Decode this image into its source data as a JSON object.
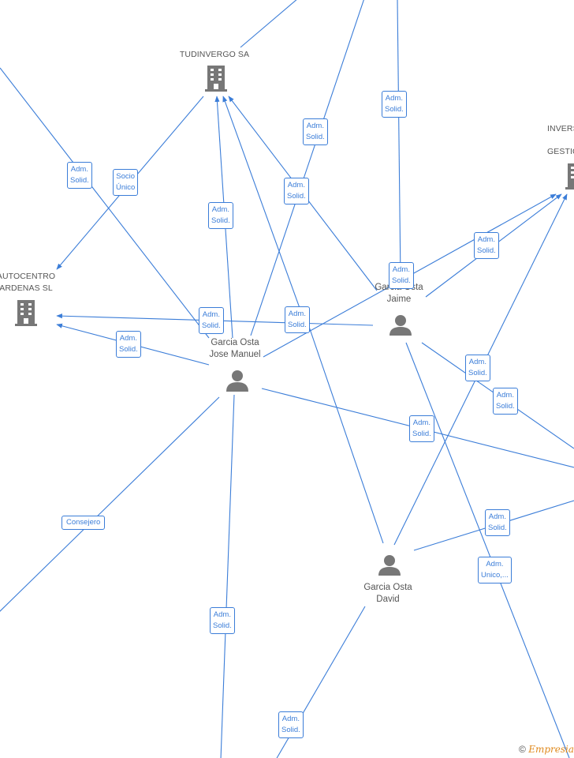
{
  "nodes": {
    "tudinvergo": {
      "label": "TUDINVERGO SA",
      "icon": "building-icon"
    },
    "autocentro": {
      "label_line1": "AUTOCENTRO",
      "label_line2": "ARDENAS  SL",
      "icon": "building-icon"
    },
    "inversiones": {
      "label_line1": "INVERS",
      "label_line2": "GESTIO",
      "icon": "building-icon"
    },
    "jose_manuel": {
      "label_line1": "Garcia Osta",
      "label_line2": "Jose Manuel",
      "icon": "person-icon"
    },
    "jaime": {
      "label_line1": "Garcia Osta",
      "label_line2": "Jaime",
      "icon": "person-icon"
    },
    "david": {
      "label_line1": "Garcia Osta",
      "label_line2": "David",
      "icon": "person-icon"
    }
  },
  "badges": [
    {
      "line1": "Adm.",
      "line2": "Solid."
    },
    {
      "line1": "Socio",
      "line2": "Único"
    },
    {
      "line1": "Adm.",
      "line2": "Solid."
    },
    {
      "line1": "Adm.",
      "line2": "Solid."
    },
    {
      "line1": "Adm.",
      "line2": "Solid."
    },
    {
      "line1": "Adm.",
      "line2": "Solid."
    },
    {
      "line1": "Adm.",
      "line2": "Solid."
    },
    {
      "line1": "Adm.",
      "line2": "Solid."
    },
    {
      "line1": "Adm.",
      "line2": "Solid."
    },
    {
      "line1": "Adm.",
      "line2": "Solid."
    },
    {
      "line1": "Adm.",
      "line2": "Solid."
    },
    {
      "line1": "Adm.",
      "line2": "Solid."
    },
    {
      "line1": "Adm.",
      "line2": "Solid."
    },
    {
      "line1": "Adm.",
      "line2": "Solid."
    },
    {
      "line1": "Consejero",
      "line2": ""
    },
    {
      "line1": "Adm.",
      "line2": "Solid."
    },
    {
      "line1": "Adm.",
      "line2": "Unico,..."
    },
    {
      "line1": "Adm.",
      "line2": "Solid."
    },
    {
      "line1": "Adm.",
      "line2": "Solid."
    }
  ],
  "watermark": {
    "copyright": "©",
    "brand": "Empresia"
  },
  "colors": {
    "edge": "#3b7dd8",
    "icon": "#777777",
    "label": "#555555"
  }
}
